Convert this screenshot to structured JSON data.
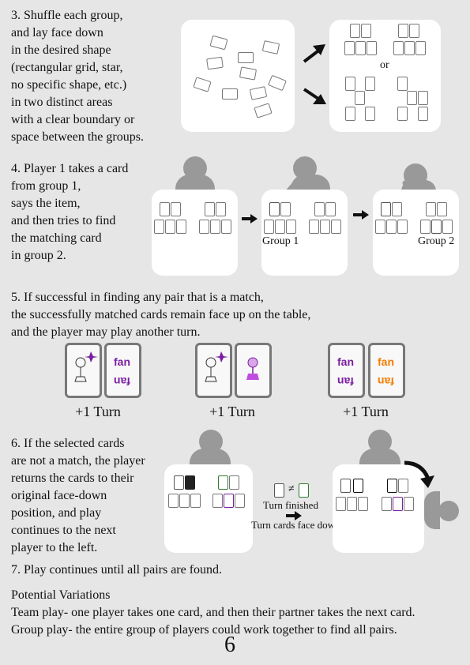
{
  "step3": {
    "lines": [
      "3. Shuffle each group,",
      "and lay face down",
      "in the desired shape",
      "(rectangular grid, star,",
      "no specific shape, etc.)",
      "in two distinct areas",
      "with a clear boundary or",
      "space between the groups."
    ],
    "or_label": "or"
  },
  "step4": {
    "lines": [
      "4. Player 1 takes a card",
      "from group 1,",
      "says the item,",
      "and then tries to find",
      "the matching card",
      "in group 2."
    ],
    "group1_label": "Group 1",
    "group2_label": "Group 2"
  },
  "step5": {
    "lines": [
      "5. If successful in finding any pair that is a match,",
      "the successfully matched cards remain face up on the table,",
      "and the player may play another turn."
    ],
    "turn_label": "+1 Turn",
    "card_word": "fan",
    "card_word_color_purple": "#7b1fa2",
    "card_word_color_orange": "#f57c00"
  },
  "step6": {
    "lines": [
      "6. If the selected cards",
      "are not a match, the player",
      "returns the cards to their",
      "original face-down",
      "position, and play",
      "continues to the next",
      "player to the left."
    ],
    "turn_finished": "Turn finished",
    "turn_face_down": "Turn cards face down",
    "not_equal": "≠"
  },
  "step7": "7. Play continues until all pairs are found.",
  "variations": {
    "heading": "Potential Variations",
    "team": "Team play- one player takes one card, and then their partner takes the next card.",
    "group": "Group play- the entire group of players could work together to find all pairs."
  },
  "page_number": "6"
}
